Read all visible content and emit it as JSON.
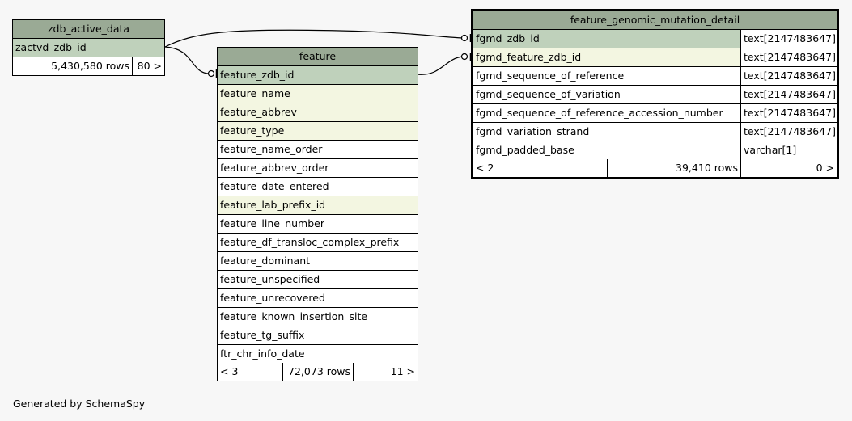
{
  "diagram": {
    "credit": "Generated by SchemaSpy"
  },
  "tables": {
    "zdb_active_data": {
      "name": "zdb_active_data",
      "columns": [
        {
          "name": "zactvd_zdb_id",
          "kind": "pk"
        }
      ],
      "footer": {
        "parents": "",
        "rows": "5,430,580 rows",
        "children": "80 >"
      }
    },
    "feature": {
      "name": "feature",
      "columns": [
        {
          "name": "feature_zdb_id",
          "kind": "pk"
        },
        {
          "name": "feature_name",
          "kind": "idx"
        },
        {
          "name": "feature_abbrev",
          "kind": "idx"
        },
        {
          "name": "feature_type",
          "kind": "idx"
        },
        {
          "name": "feature_name_order",
          "kind": "plain"
        },
        {
          "name": "feature_abbrev_order",
          "kind": "plain"
        },
        {
          "name": "feature_date_entered",
          "kind": "plain"
        },
        {
          "name": "feature_lab_prefix_id",
          "kind": "idx"
        },
        {
          "name": "feature_line_number",
          "kind": "plain"
        },
        {
          "name": "feature_df_transloc_complex_prefix",
          "kind": "plain"
        },
        {
          "name": "feature_dominant",
          "kind": "plain"
        },
        {
          "name": "feature_unspecified",
          "kind": "plain"
        },
        {
          "name": "feature_unrecovered",
          "kind": "plain"
        },
        {
          "name": "feature_known_insertion_site",
          "kind": "plain"
        },
        {
          "name": "feature_tg_suffix",
          "kind": "plain"
        },
        {
          "name": "ftr_chr_info_date",
          "kind": "plain"
        }
      ],
      "footer": {
        "parents": "< 3",
        "rows": "72,073 rows",
        "children": "11 >"
      }
    },
    "feature_genomic_mutation_detail": {
      "name": "feature_genomic_mutation_detail",
      "columns": [
        {
          "name": "fgmd_zdb_id",
          "type": "text[2147483647]",
          "kind": "pk"
        },
        {
          "name": "fgmd_feature_zdb_id",
          "type": "text[2147483647]",
          "kind": "idx"
        },
        {
          "name": "fgmd_sequence_of_reference",
          "type": "text[2147483647]",
          "kind": "plain"
        },
        {
          "name": "fgmd_sequence_of_variation",
          "type": "text[2147483647]",
          "kind": "plain"
        },
        {
          "name": "fgmd_sequence_of_reference_accession_number",
          "type": "text[2147483647]",
          "kind": "plain"
        },
        {
          "name": "fgmd_variation_strand",
          "type": "text[2147483647]",
          "kind": "plain"
        },
        {
          "name": "fgmd_padded_base",
          "type": "varchar[1]",
          "kind": "plain"
        }
      ],
      "footer": {
        "parents": "< 2",
        "rows": "39,410 rows",
        "children": "0 >"
      }
    }
  },
  "relationships": [
    {
      "from": "zdb_active_data.zactvd_zdb_id",
      "to": "feature_genomic_mutation_detail.fgmd_zdb_id"
    },
    {
      "from": "zdb_active_data.zactvd_zdb_id",
      "to": "feature.feature_zdb_id"
    },
    {
      "from": "feature.feature_zdb_id",
      "to": "feature_genomic_mutation_detail.fgmd_feature_zdb_id"
    }
  ]
}
